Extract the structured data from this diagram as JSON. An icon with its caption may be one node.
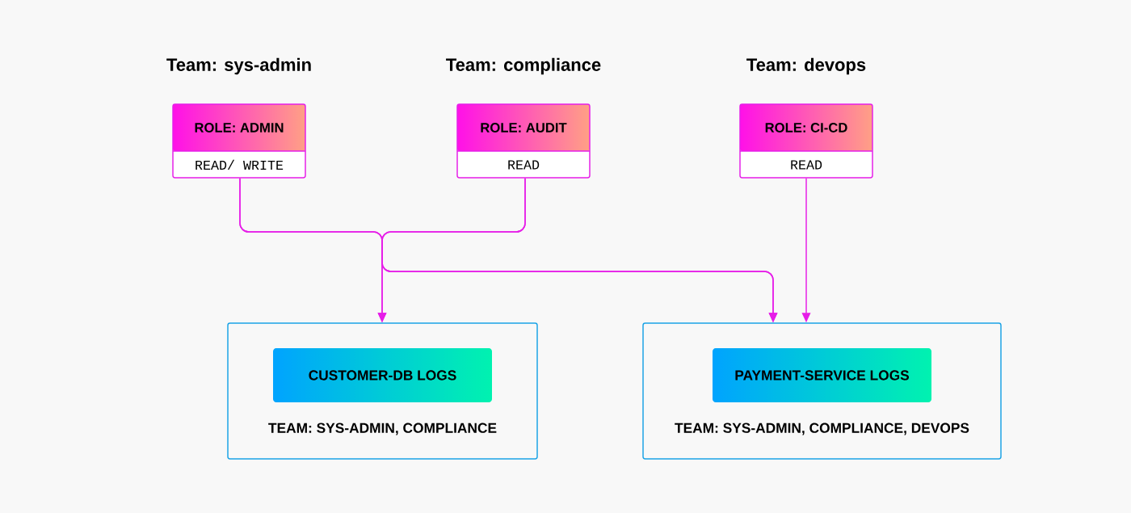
{
  "diagram": {
    "nodes": [
      {
        "text": [
          "Team: sys-admin",
          "ROLE: ADMIN",
          "READ/ WRITE"
        ]
      },
      {
        "text": [
          "Team: compliance",
          "ROLE: AUDIT",
          "READ"
        ]
      },
      {
        "text": [
          "Team: devops",
          "ROLE: CI-CD",
          "READ"
        ]
      },
      {
        "text": [
          "TEAM: SYS-ADMIN, COMPLIANCE"
        ]
      },
      {
        "text": [
          "CUSTOMER-DB LOGS"
        ],
        "in": 3
      },
      {
        "text": [
          "TEAM: SYS-ADMIN, COMPLIANCE, DEVOPS"
        ]
      },
      {
        "text": [
          "PAYMENT-SERVICE LOGS"
        ],
        "in": 5
      }
    ],
    "edges": [
      {
        "from": 0,
        "to": 3,
        "arrow": "to"
      },
      {
        "from": 0,
        "to": 5,
        "arrow": "to"
      },
      {
        "from": 1,
        "to": 3,
        "arrow": "to"
      },
      {
        "from": 1,
        "to": 5,
        "arrow": "to"
      },
      {
        "from": 2,
        "to": 5,
        "arrow": "to"
      }
    ]
  }
}
